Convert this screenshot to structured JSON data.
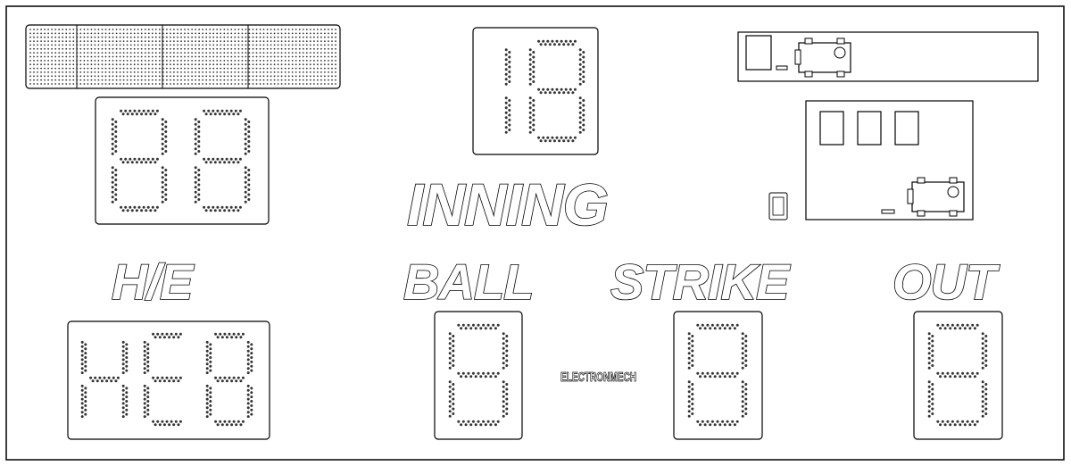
{
  "labels": {
    "inning": "INNING",
    "he": "H/E",
    "ball": "BALL",
    "strike": "STRIKE",
    "out": "OUT"
  },
  "displays": {
    "inning_value": "18",
    "team_score_value": "88",
    "he_value": "HE8",
    "ball_value": "8",
    "strike_value": "8",
    "out_value": "8"
  },
  "brand": "ELECTRONMECH",
  "colors": {
    "outline": "#000000",
    "background": "#ffffff",
    "dots": "#333333"
  }
}
